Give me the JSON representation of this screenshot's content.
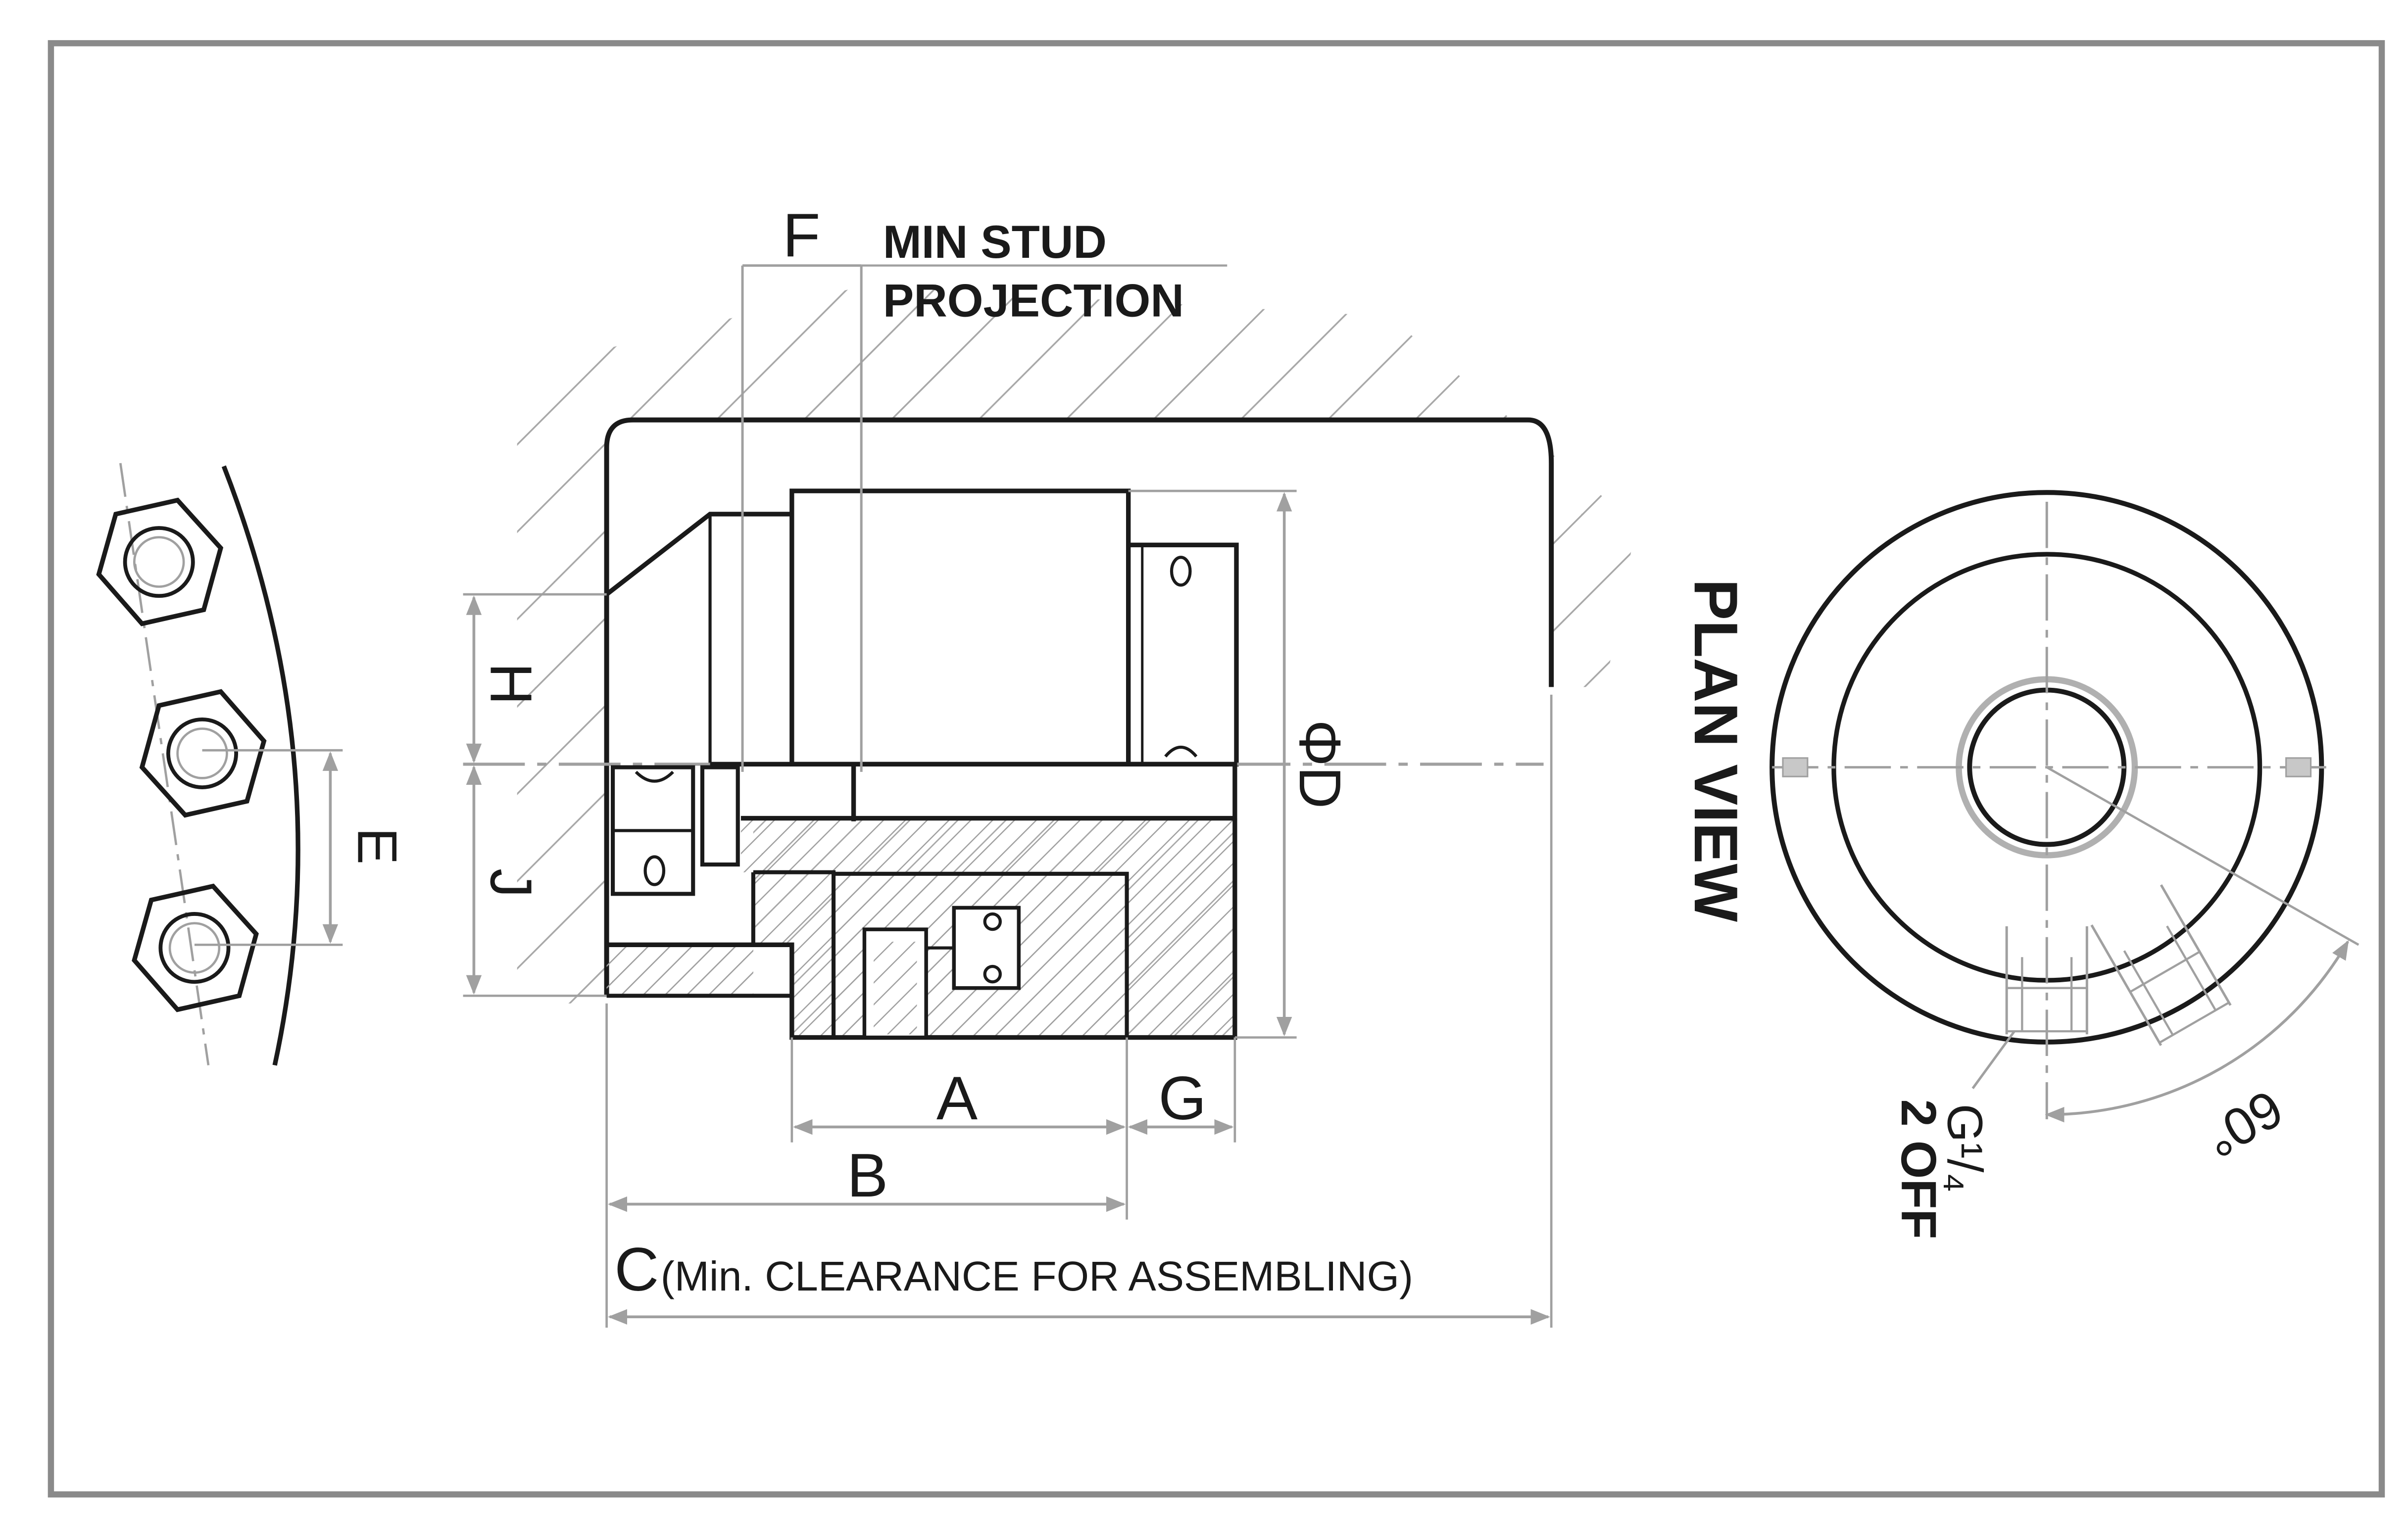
{
  "labels": {
    "F": "F",
    "min_stud_line1": "MIN STUD",
    "min_stud_line2": "PROJECTION",
    "H": "H",
    "J": "J",
    "E": "E",
    "D": "ΦD",
    "A": "A",
    "G": "G",
    "B": "B",
    "C": "C",
    "clearance_note": "(Min. CLEARANCE FOR ASSEMBLING)",
    "plan_view": "PLAN VIEW",
    "port_line1": "G¹/₄",
    "port_line2": "2 OFF",
    "angle": "60°"
  },
  "colors": {
    "ink": "#1a1a1a",
    "dim": "#a0a0a0",
    "frame": "#8a8a8a",
    "hatch": "#a8a8a8"
  }
}
